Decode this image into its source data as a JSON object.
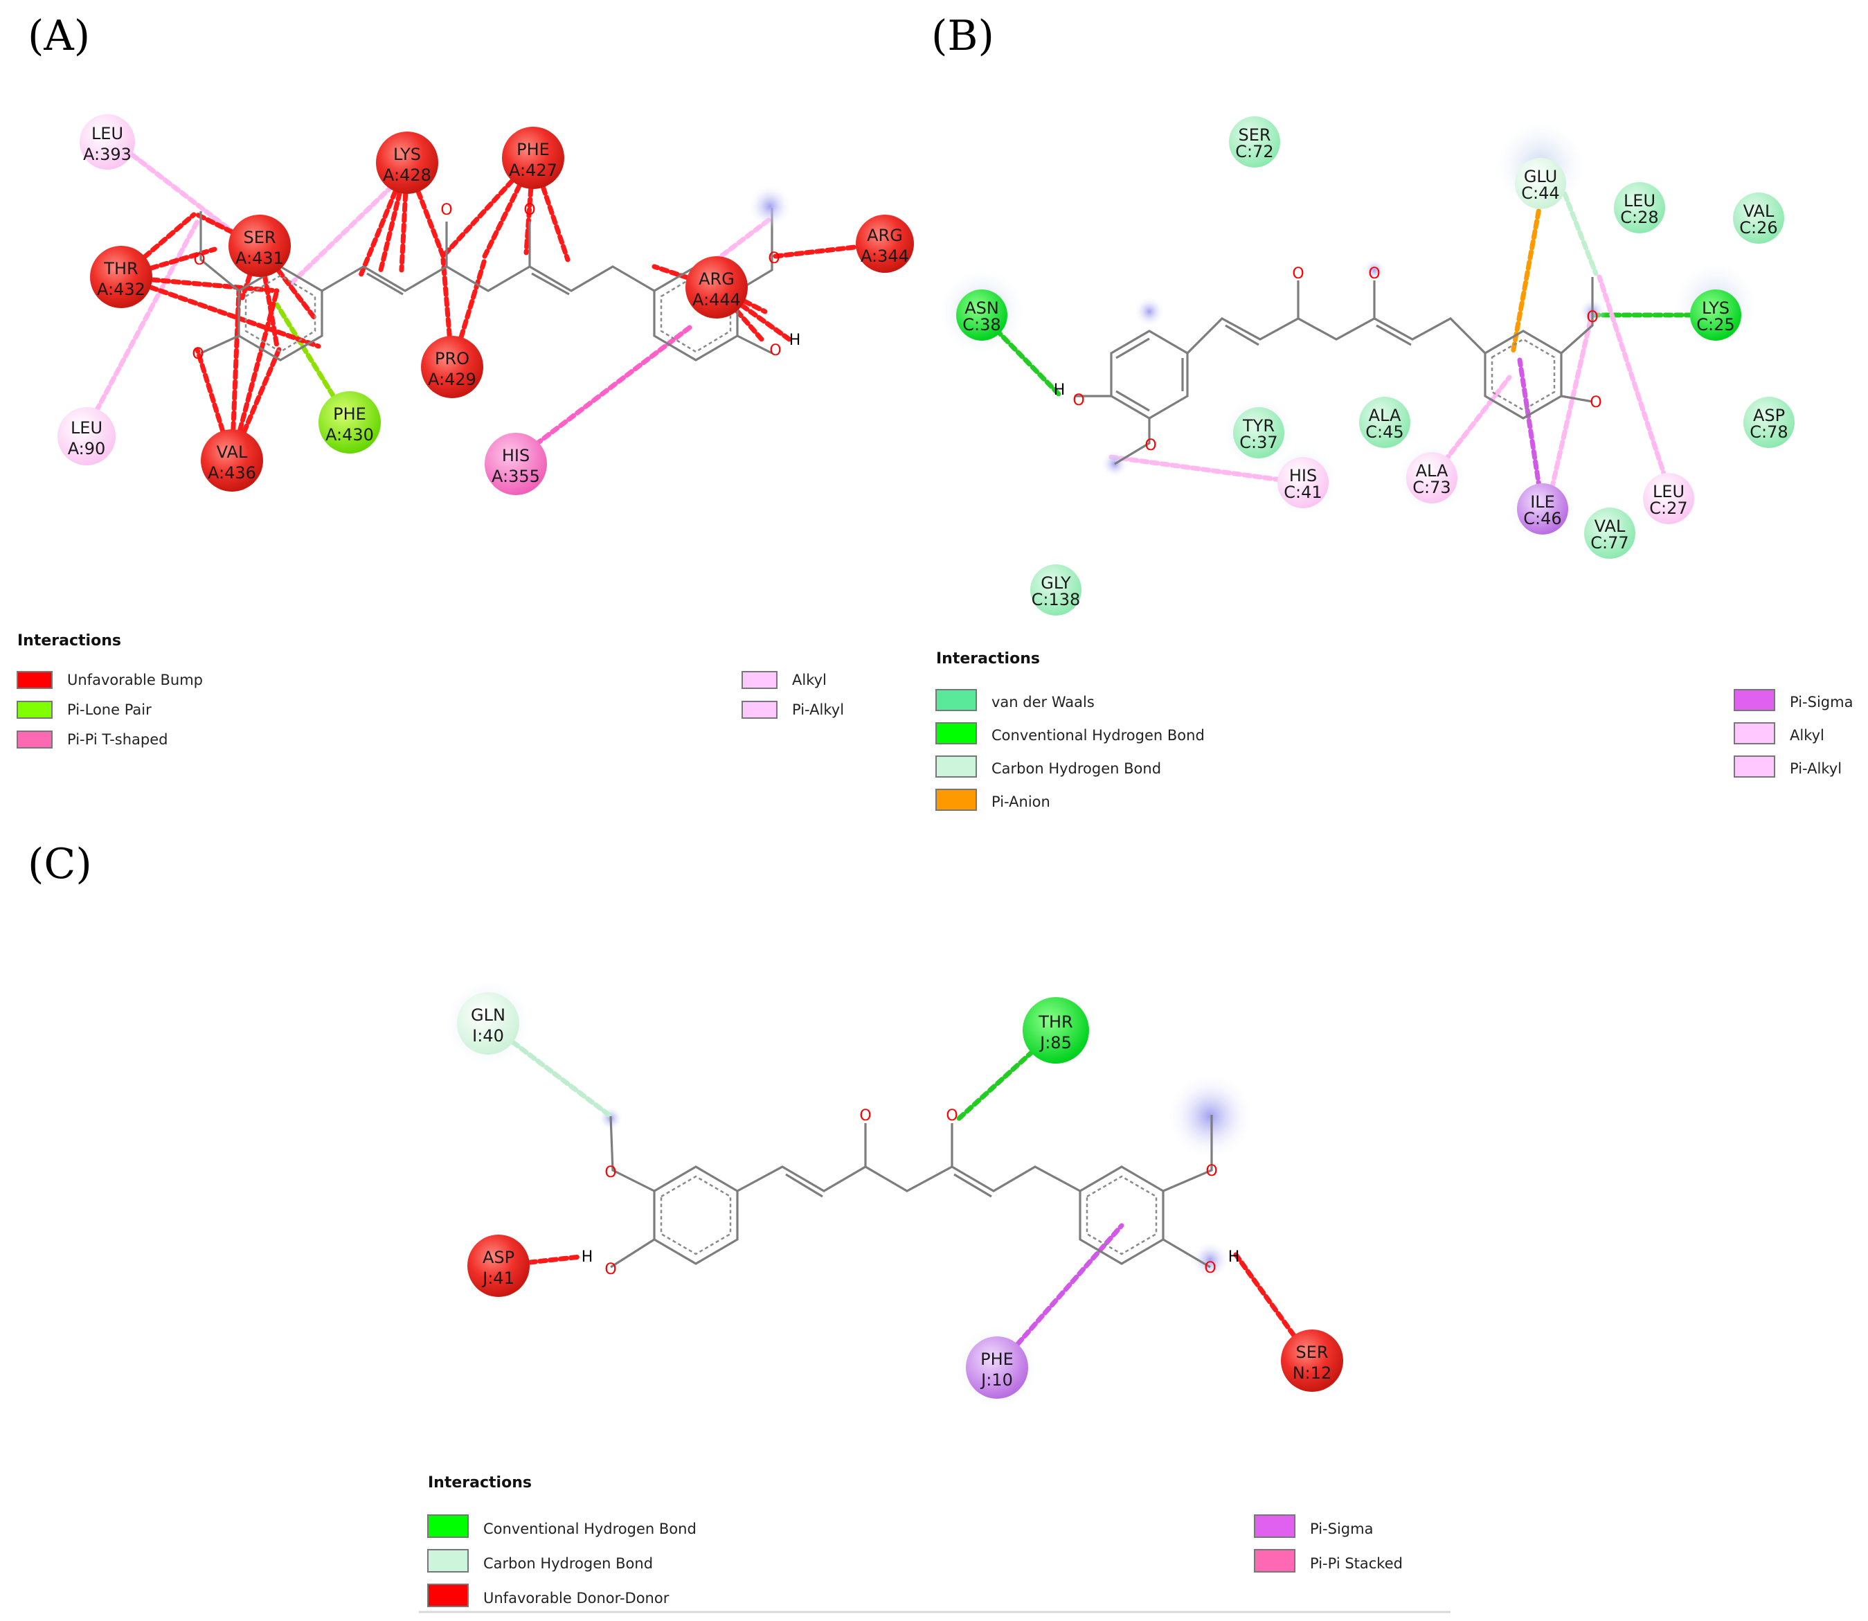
{
  "panels": [
    {
      "label": "(A)",
      "residues": [
        {
          "name": "LEU",
          "id": "A:393",
          "kind": "alkyl"
        },
        {
          "name": "LYS",
          "id": "A:428",
          "kind": "bump"
        },
        {
          "name": "PHE",
          "id": "A:427",
          "kind": "bump"
        },
        {
          "name": "SER",
          "id": "A:431",
          "kind": "bump"
        },
        {
          "name": "THR",
          "id": "A:432",
          "kind": "bump"
        },
        {
          "name": "ARG",
          "id": "A:344",
          "kind": "bump"
        },
        {
          "name": "ARG",
          "id": "A:444",
          "kind": "bump"
        },
        {
          "name": "PRO",
          "id": "A:429",
          "kind": "bump"
        },
        {
          "name": "PHE",
          "id": "A:430",
          "kind": "pilone"
        },
        {
          "name": "LEU",
          "id": "A:90",
          "kind": "alkyl"
        },
        {
          "name": "VAL",
          "id": "A:436",
          "kind": "bump"
        },
        {
          "name": "HIS",
          "id": "A:355",
          "kind": "pipi"
        }
      ],
      "legend": {
        "title": "Interactions",
        "items": [
          {
            "label": "Unfavorable Bump",
            "color": "#ff0000"
          },
          {
            "label": "Pi-Lone Pair",
            "color": "#7fff00"
          },
          {
            "label": "Pi-Pi T-shaped",
            "color": "#ff69b4"
          },
          {
            "label": "Alkyl",
            "color": "#ffc8ff"
          },
          {
            "label": "Pi-Alkyl",
            "color": "#ffc8ff"
          }
        ]
      }
    },
    {
      "label": "(B)",
      "residues": [
        {
          "name": "SER",
          "id": "C:72",
          "kind": "vdw"
        },
        {
          "name": "GLU",
          "id": "C:44",
          "kind": "carbonh"
        },
        {
          "name": "LEU",
          "id": "C:28",
          "kind": "vdw"
        },
        {
          "name": "VAL",
          "id": "C:26",
          "kind": "vdw"
        },
        {
          "name": "ASN",
          "id": "C:38",
          "kind": "hbond"
        },
        {
          "name": "LYS",
          "id": "C:25",
          "kind": "hbond"
        },
        {
          "name": "TYR",
          "id": "C:37",
          "kind": "vdw"
        },
        {
          "name": "ALA",
          "id": "C:45",
          "kind": "vdw"
        },
        {
          "name": "ASP",
          "id": "C:78",
          "kind": "vdw"
        },
        {
          "name": "HIS",
          "id": "C:41",
          "kind": "alkyl"
        },
        {
          "name": "ALA",
          "id": "C:73",
          "kind": "alkyl"
        },
        {
          "name": "ILE",
          "id": "C:46",
          "kind": "pisigma"
        },
        {
          "name": "LEU",
          "id": "C:27",
          "kind": "alkyl"
        },
        {
          "name": "VAL",
          "id": "C:77",
          "kind": "vdw"
        },
        {
          "name": "GLY",
          "id": "C:138",
          "kind": "vdw"
        }
      ],
      "legend": {
        "title": "Interactions",
        "items": [
          {
            "label": "van der Waals",
            "color": "#5ae89b"
          },
          {
            "label": "Conventional Hydrogen Bond",
            "color": "#00ff00"
          },
          {
            "label": "Carbon Hydrogen Bond",
            "color": "#ccf5dc"
          },
          {
            "label": "Pi-Anion",
            "color": "#ff9900"
          },
          {
            "label": "Pi-Sigma",
            "color": "#e060f0"
          },
          {
            "label": "Alkyl",
            "color": "#ffc8ff"
          },
          {
            "label": "Pi-Alkyl",
            "color": "#ffc8ff"
          }
        ]
      }
    },
    {
      "label": "(C)",
      "residues": [
        {
          "name": "GLN",
          "id": "I:40",
          "kind": "carbonh"
        },
        {
          "name": "THR",
          "id": "J:85",
          "kind": "hbond"
        },
        {
          "name": "ASP",
          "id": "J:41",
          "kind": "bump"
        },
        {
          "name": "PHE",
          "id": "J:10",
          "kind": "pisigma"
        },
        {
          "name": "SER",
          "id": "N:12",
          "kind": "bump"
        }
      ],
      "legend": {
        "title": "Interactions",
        "items": [
          {
            "label": "Conventional Hydrogen Bond",
            "color": "#00ff00"
          },
          {
            "label": "Carbon Hydrogen Bond",
            "color": "#ccf5dc"
          },
          {
            "label": "Unfavorable Donor-Donor",
            "color": "#ff0000"
          },
          {
            "label": "Pi-Sigma",
            "color": "#e060f0"
          },
          {
            "label": "Pi-Pi Stacked",
            "color": "#ff69b4"
          }
        ]
      }
    }
  ],
  "atoms": {
    "oxygen": "O",
    "hydrogen": "H"
  },
  "colors": {
    "bump": "#ff2a2a",
    "vdw": "#7fe8a8",
    "hbond": "#00e000",
    "carbonh": "#d8f5e0",
    "alkyl": "#ffd0f5",
    "pisigma": "#c87ee8",
    "pipi": "#ff6fc8",
    "pilone": "#80ee00",
    "pianion": "#ff9900"
  }
}
